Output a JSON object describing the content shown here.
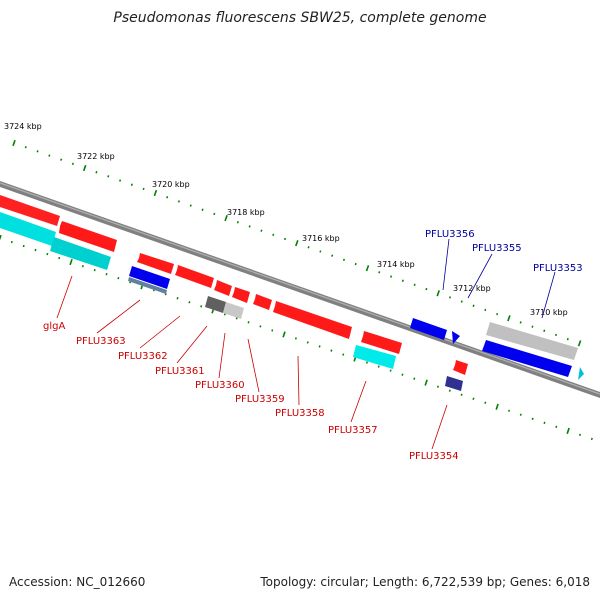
{
  "title": "Pseudomonas fluorescens SBW25, complete genome",
  "accession": "Accession: NC_012660",
  "summary": "Topology: circular; Length: 6,722,539 bp; Genes: 6,018",
  "colors": {
    "backbone": "#808080",
    "gene_red": "#ff0000",
    "cyan": "#00dede",
    "blue": "#0000ee",
    "gray_feature": "#c8c8c8",
    "dark_gray": "#606060",
    "tick": "#008000",
    "label_red": "#cc0000",
    "label_blue": "#000099"
  },
  "scale_labels": [
    "3724 kbp",
    "3722 kbp",
    "3720 kbp",
    "3718 kbp",
    "3716 kbp",
    "3714 kbp",
    "3712 kbp",
    "3710 kbp"
  ],
  "gene_labels_red": [
    "glgA",
    "PFLU3363",
    "PFLU3362",
    "PFLU3361",
    "PFLU3360",
    "PFLU3359",
    "PFLU3358",
    "PFLU3357",
    "PFLU3354"
  ],
  "gene_labels_blue": [
    "PFLU3356",
    "PFLU3355",
    "PFLU3353"
  ]
}
